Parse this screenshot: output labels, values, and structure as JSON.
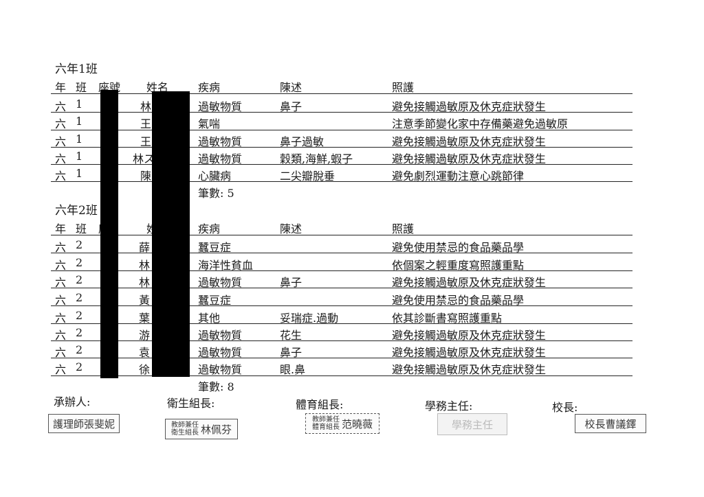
{
  "class1": {
    "title": "六年1班",
    "headers": {
      "year": "年",
      "cls": "班",
      "seat": "座號",
      "name": "姓名",
      "disease": "疾病",
      "desc": "陳述",
      "care": "照護"
    },
    "rows": [
      {
        "year": "六",
        "cls": "1",
        "name": "林",
        "disease": "過敏物質",
        "desc": "鼻子",
        "care": "避免接觸過敏原及休克症狀發生"
      },
      {
        "year": "六",
        "cls": "1",
        "name": "王",
        "disease": "氣喘",
        "desc": "",
        "care": "注意季節變化家中存備藥避免過敏原"
      },
      {
        "year": "六",
        "cls": "1",
        "name": "王",
        "disease": "過敏物質",
        "desc": "鼻子過敏",
        "care": "避免接觸過敏原及休克症狀發生"
      },
      {
        "year": "六",
        "cls": "1",
        "name": "林ス",
        "disease": "過敏物質",
        "desc": "穀類,海鮮,蝦子",
        "care": "避免接觸過敏原及休克症狀發生"
      },
      {
        "year": "六",
        "cls": "1",
        "name": "陳",
        "disease": "心臟病",
        "desc": "二尖瓣脫垂",
        "care": "避免劇烈運動注意心跳節律"
      }
    ],
    "count": "筆數: 5"
  },
  "class2": {
    "title": "六年2班",
    "headers": {
      "year": "年",
      "cls": "班",
      "seat": "座",
      "name": "姓",
      "disease": "疾病",
      "desc": "陳述",
      "care": "照護"
    },
    "rows": [
      {
        "year": "六",
        "cls": "2",
        "name": "薛",
        "disease": "蠶豆症",
        "desc": "",
        "care": "避免使用禁忌的食品藥品學"
      },
      {
        "year": "六",
        "cls": "2",
        "name": "林",
        "disease": "海洋性貧血",
        "desc": "",
        "care": "依個案之輕重度寫照護重點"
      },
      {
        "year": "六",
        "cls": "2",
        "name": "林",
        "disease": "過敏物質",
        "desc": "鼻子",
        "care": "避免接觸過敏原及休克症狀發生"
      },
      {
        "year": "六",
        "cls": "2",
        "name": "黃",
        "disease": "蠶豆症",
        "desc": "",
        "care": "避免使用禁忌的食品藥品學"
      },
      {
        "year": "六",
        "cls": "2",
        "name": "葉",
        "disease": "其他",
        "desc": "妥瑞症.過動",
        "care": "依其診斷書寫照護重點"
      },
      {
        "year": "六",
        "cls": "2",
        "name": "游",
        "disease": "過敏物質",
        "desc": "花生",
        "care": "避免接觸過敏原及休克症狀發生"
      },
      {
        "year": "六",
        "cls": "2",
        "name": "袁",
        "disease": "過敏物質",
        "desc": "鼻子",
        "care": "避免接觸過敏原及休克症狀發生"
      },
      {
        "year": "六",
        "cls": "2",
        "name": "徐",
        "disease": "過敏物質",
        "desc": "眼.鼻",
        "care": "避免接觸過敏原及休克症狀發生"
      }
    ],
    "count": "筆數: 8"
  },
  "signatures": {
    "handler": "承辦人:",
    "health_leader": "衛生組長:",
    "pe_leader": "體育組長:",
    "director": "學務主任:",
    "principal": "校長:"
  },
  "stamps": {
    "nurse": "護理師張斐妮",
    "health_small": "教師兼任\n衛生組長",
    "health_name": "林佩芬",
    "pe_small": "教師兼任\n體育組長",
    "pe_name": "范曉薇",
    "director": "學務主任",
    "principal": "校長曹議鐸"
  }
}
